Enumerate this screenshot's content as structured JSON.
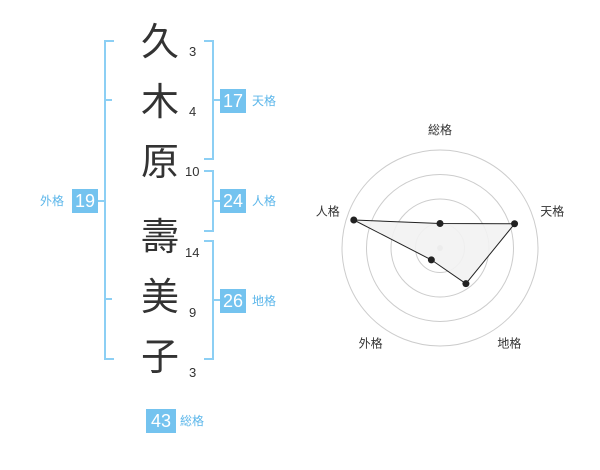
{
  "characters": [
    {
      "char": "久",
      "strokes": "3"
    },
    {
      "char": "木",
      "strokes": "4"
    },
    {
      "char": "原",
      "strokes": "10"
    },
    {
      "char": "壽",
      "strokes": "14"
    },
    {
      "char": "美",
      "strokes": "9"
    },
    {
      "char": "子",
      "strokes": "3"
    }
  ],
  "fortunes": {
    "tenkaku": {
      "value": "17",
      "label": "天格"
    },
    "jinkaku": {
      "value": "24",
      "label": "人格"
    },
    "chikaku": {
      "value": "26",
      "label": "地格"
    },
    "gaikaku": {
      "value": "19",
      "label": "外格"
    },
    "soukaku": {
      "value": "43",
      "label": "総格"
    }
  },
  "colors": {
    "accent": "#74c3ef",
    "bracket": "#8ccff4",
    "label": "#5bb6ea",
    "radar_fill": "#f2f2f2",
    "radar_line": "#222222",
    "ring": "#cccccc"
  },
  "chart_data": {
    "type": "radar",
    "axes": [
      "総格",
      "天格",
      "地格",
      "外格",
      "人格"
    ],
    "levels": 4,
    "range": [
      0,
      4
    ],
    "values": [
      1,
      3.2,
      1.8,
      0.6,
      3.7
    ]
  }
}
